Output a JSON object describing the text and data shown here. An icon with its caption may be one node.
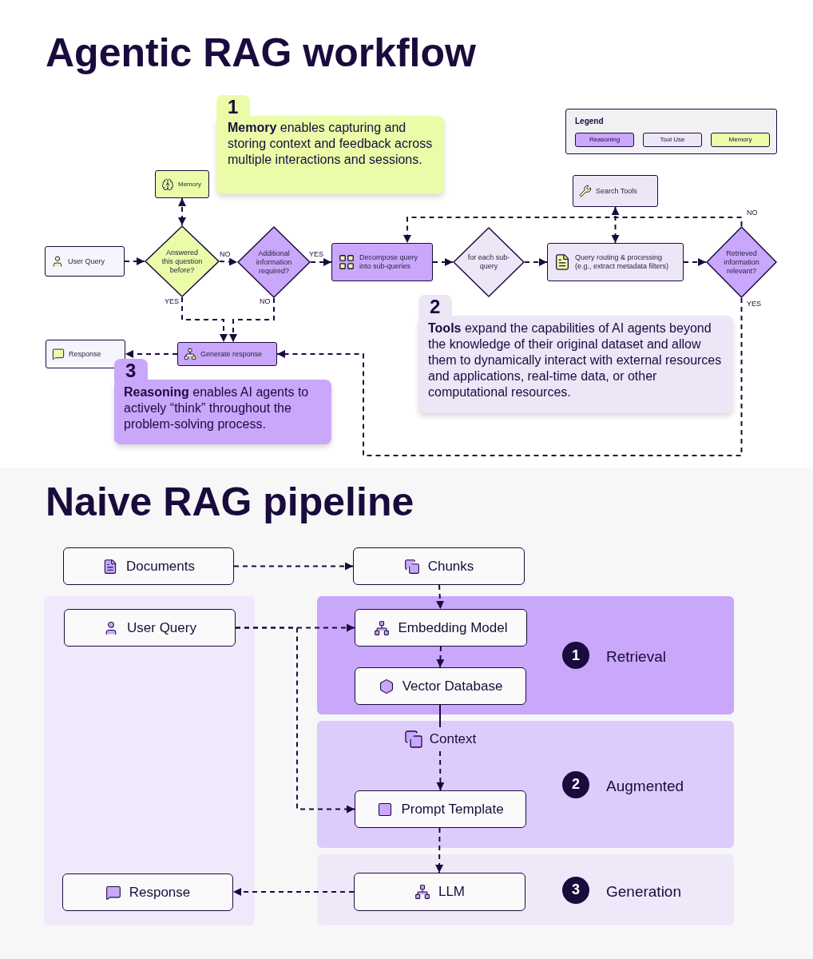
{
  "diagram": {
    "title": "Agentic RAG workflow",
    "nodes": [
      {
        "text": [
          "1",
          "**Memory** enables capturing and storing context and feedback across multiple interactions and sessions."
        ]
      },
      {
        "text": [
          "Memory"
        ]
      },
      {
        "text": [
          "User Query"
        ]
      },
      {
        "text": [
          "Answered this question before?"
        ]
      },
      {
        "text": [
          "Additional information required?"
        ]
      },
      {
        "text": [
          "Decompose query into sub-queries"
        ]
      },
      {
        "text": [
          "for each sub-query"
        ]
      },
      {
        "text": [
          "Search Tools"
        ]
      },
      {
        "text": [
          "Query routing & processing (e.g., extract metadata filters)"
        ]
      },
      {
        "text": [
          "Retrieved information relevant?"
        ]
      },
      {
        "text": [
          "2",
          "**Tools** expand the capabilities of AI agents beyond the knowledge of their original dataset and allow them to dynamically interact with external resources and applications, real-time data, or other computational resources."
        ]
      },
      {
        "text": [
          "Response"
        ]
      },
      {
        "text": [
          "Generate response"
        ]
      },
      {
        "text": [
          "3",
          "**Reasoning** enables AI agents to actively “think” throughout the problem-solving process."
        ]
      },
      {
        "text": [
          "Documents"
        ]
      },
      {
        "text": [
          "Chunks"
        ]
      },
      {
        "text": [],
        "shape": "box"
      },
      {
        "text": [
          "User Query"
        ],
        "in": 16
      },
      {
        "text": [
          "1",
          "Retrieval"
        ]
      },
      {
        "text": [
          "Embedding Model"
        ],
        "in": 18
      },
      {
        "text": [
          "Vector Database"
        ],
        "in": 18
      },
      {
        "text": [
          "2",
          "Augmented"
        ]
      },
      {
        "text": [
          "Context"
        ],
        "in": 21
      },
      {
        "text": [
          "Prompt Template"
        ],
        "in": 21
      },
      {
        "text": [
          "3",
          "Generation"
        ]
      },
      {
        "text": [
          "LLM"
        ],
        "in": 24
      },
      {
        "text": [
          "Response"
        ],
        "in": 16
      }
    ],
    "edges": [
      {
        "from": 1,
        "to": 3,
        "arrow": "both",
        "style": "dashed"
      },
      {
        "from": 2,
        "to": 3,
        "arrow": "to",
        "style": "dashed"
      },
      {
        "from": 3,
        "to": 4,
        "arrow": "to",
        "style": "dashed",
        "label": "NO"
      },
      {
        "from": 4,
        "to": 5,
        "arrow": "to",
        "style": "dashed",
        "label": "YES"
      },
      {
        "from": 3,
        "to": 12,
        "arrow": "to",
        "style": "dashed",
        "label": "YES"
      },
      {
        "from": 4,
        "to": 12,
        "arrow": "to",
        "style": "dashed",
        "label": "NO"
      },
      {
        "from": 5,
        "to": 6,
        "arrow": "to",
        "style": "dashed"
      },
      {
        "from": 6,
        "to": 8,
        "arrow": "to",
        "style": "dashed"
      },
      {
        "from": 7,
        "to": 8,
        "arrow": "both",
        "style": "dashed"
      },
      {
        "from": 8,
        "to": 9,
        "arrow": "to",
        "style": "dashed"
      },
      {
        "from": 9,
        "to": 5,
        "arrow": "to",
        "style": "dashed",
        "label": "NO"
      },
      {
        "from": 9,
        "to": 12,
        "arrow": "to",
        "style": "dashed",
        "label": "YES"
      },
      {
        "from": 12,
        "to": 11,
        "arrow": "to",
        "style": "dashed"
      },
      {
        "from": 14,
        "to": 15,
        "arrow": "to",
        "style": "dashed"
      },
      {
        "from": 15,
        "to": 19,
        "arrow": "to",
        "style": "dashed"
      },
      {
        "from": 17,
        "to": 19,
        "arrow": "to",
        "style": "dashed"
      },
      {
        "from": 17,
        "to": 23,
        "arrow": "to",
        "style": "dashed"
      },
      {
        "from": 19,
        "to": 20,
        "arrow": "to",
        "style": "dashed"
      },
      {
        "from": 20,
        "to": 22,
        "arrow": "none"
      },
      {
        "from": 22,
        "to": 23,
        "arrow": "to",
        "style": "dashed"
      },
      {
        "from": 23,
        "to": 25,
        "arrow": "to",
        "style": "dashed"
      },
      {
        "from": 25,
        "to": 26,
        "arrow": "to",
        "style": "dashed"
      }
    ],
    "labels": [
      "Legend",
      "Naive RAG pipeline"
    ],
    "legend": [
      {
        "text": "Reasoning",
        "color": "#c9a7fb"
      },
      {
        "text": "Tool Use",
        "color": "#ede6f7"
      },
      {
        "text": "Memory",
        "color": "#eafca8"
      }
    ]
  }
}
